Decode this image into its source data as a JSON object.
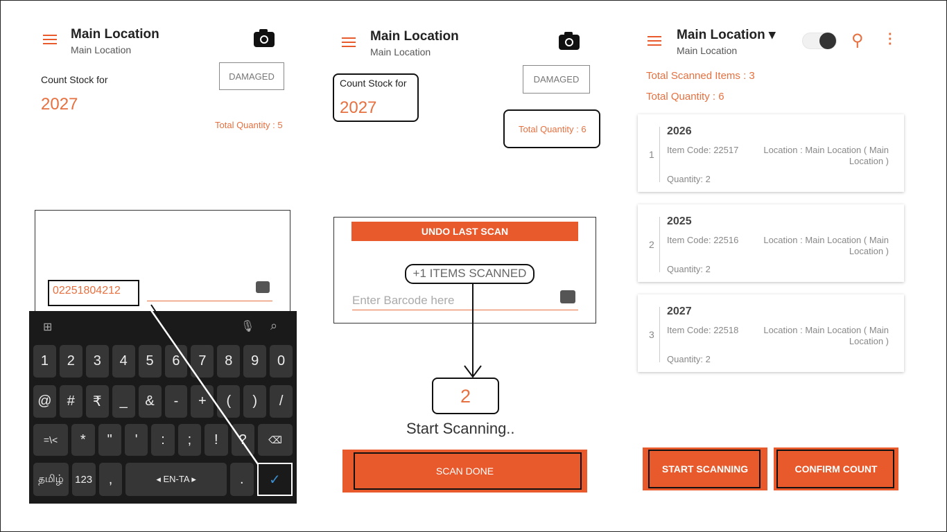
{
  "panel1": {
    "title": "Main Location",
    "subtitle": "Main Location",
    "damaged": "DAMAGED",
    "count_label": "Count Stock for",
    "item": "2027",
    "total_quantity": "Total Quantity : 5",
    "barcode_value": "02251804212",
    "keyboard": {
      "row1": [
        "1",
        "2",
        "3",
        "4",
        "5",
        "6",
        "7",
        "8",
        "9",
        "0"
      ],
      "row2": [
        "@",
        "#",
        "₹",
        "_",
        "&",
        "-",
        "+",
        "(",
        ")",
        "/"
      ],
      "row3": [
        "=\\<",
        "*",
        "\"",
        "'",
        ":",
        ";",
        "!",
        "?",
        "⌫"
      ],
      "lang": "தமிழ்",
      "num": "123",
      "comma": ",",
      "space": "◂ EN-TA ▸",
      "dot": ".",
      "enter": "✓"
    }
  },
  "panel2": {
    "title": "Main Location",
    "subtitle": "Main Location",
    "damaged": "DAMAGED",
    "count_label": "Count Stock for",
    "item": "2027",
    "total_quantity": "Total Quantity : 6",
    "undo": "UNDO LAST SCAN",
    "scanned": "+1 ITEMS SCANNED",
    "barcode_placeholder": "Enter Barcode here",
    "count": "2",
    "status": "Start Scanning..",
    "scan_done": "SCAN DONE"
  },
  "panel3": {
    "title": "Main Location ▾",
    "subtitle": "Main Location",
    "total_scanned": "Total Scanned Items : 3",
    "total_quantity": "Total Quantity : 6",
    "items": [
      {
        "index": "1",
        "name": "2026",
        "code": "Item Code: 22517",
        "location": "Location : Main Location ( Main Location )",
        "quantity": "Quantity: 2"
      },
      {
        "index": "2",
        "name": "2025",
        "code": "Item Code: 22516",
        "location": "Location : Main Location ( Main Location )",
        "quantity": "Quantity: 2"
      },
      {
        "index": "3",
        "name": "2027",
        "code": "Item Code: 22518",
        "location": "Location : Main Location ( Main Location )",
        "quantity": "Quantity: 2"
      }
    ],
    "start": "START SCANNING",
    "confirm": "CONFIRM COUNT"
  },
  "colors": {
    "accent": "#e8592b"
  }
}
